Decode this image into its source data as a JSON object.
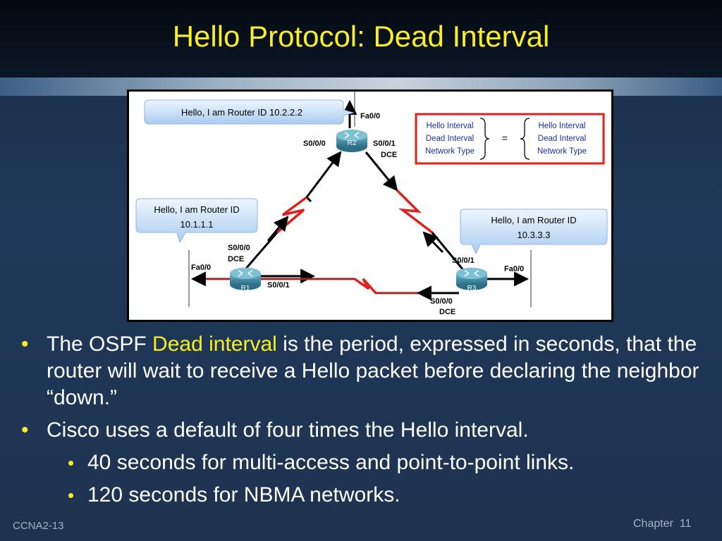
{
  "slide": {
    "title": "Hello Protocol: Dead Interval",
    "footer_left": "CCNA2-13",
    "footer_chapter": "Chapter",
    "footer_page": "11"
  },
  "diagram": {
    "bubbles": {
      "r2": "Hello, I am Router ID 10.2.2.2",
      "r1_line1": "Hello, I am Router ID",
      "r1_line2": "10.1.1.1",
      "r3_line1": "Hello, I am Router ID",
      "r3_line2": "10.3.3.3"
    },
    "params_box": {
      "left": [
        "Hello Interval",
        "Dead Interval",
        "Network Type"
      ],
      "equals": "=",
      "right": [
        "Hello Interval",
        "Dead Interval",
        "Network Type"
      ]
    },
    "routers": {
      "r1": "R1",
      "r2": "R2",
      "r3": "R3"
    },
    "interfaces": {
      "r2_fa": "Fa0/0",
      "r2_s000": "S0/0/0",
      "r2_s001": "S0/0/1",
      "r2_dce": "DCE",
      "r1_s000": "S0/0/0",
      "r1_dce": "DCE",
      "r1_fa": "Fa0/0",
      "r1_s001": "S0/0/1",
      "r3_s001": "S0/0/1",
      "r3_fa": "Fa0/0",
      "r3_s000": "S0/0/0",
      "r3_dce": "DCE"
    }
  },
  "bullets": {
    "b1_pre": "The OSPF ",
    "b1_hl": "Dead interval",
    "b1_post": " is the period, expressed in seconds, that the router will wait to receive a Hello packet before declaring the neighbor “down.”",
    "b2": "Cisco uses a default of four times the Hello interval.",
    "sub1": "40 seconds for multi-access and point-to-point links.",
    "sub2": "120 seconds for NBMA networks.",
    "bullet_char": "•"
  },
  "colors": {
    "title": "#f7ef1f",
    "highlight": "#f7ef1f",
    "serial_link": "#e0201c",
    "params_border": "#e0201c",
    "router": "#3f8fa8"
  }
}
